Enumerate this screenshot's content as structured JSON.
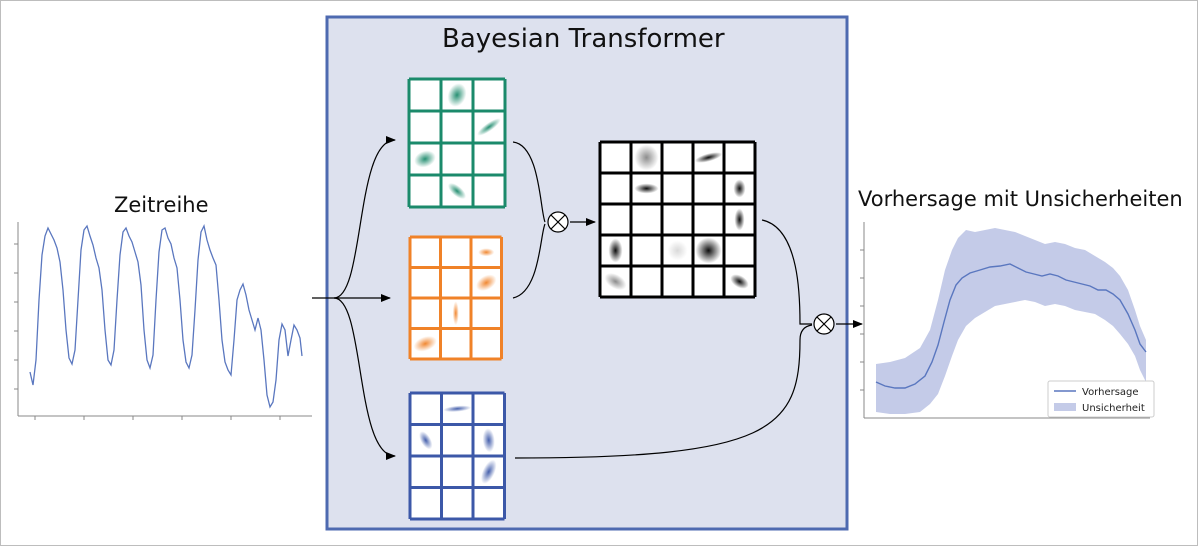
{
  "diagram": {
    "title": "Bayesian Transformer",
    "input_label": "Zeitreihe",
    "output_label": "Vorhersage mit Unsicherheiten",
    "operator_symbol": "⊗",
    "legend": {
      "prediction": "Vorhersage",
      "uncertainty": "Unsicherheit"
    }
  },
  "colors": {
    "panel_fill": "#dde1ee",
    "panel_border": "#4e6ab0",
    "query_grid": "#1b8a6b",
    "key_grid": "#f08228",
    "value_grid": "#3c58a8",
    "attention_grid": "#000000",
    "series_line": "#5a77bf",
    "uncertainty_band": "#c4cbe8"
  }
}
